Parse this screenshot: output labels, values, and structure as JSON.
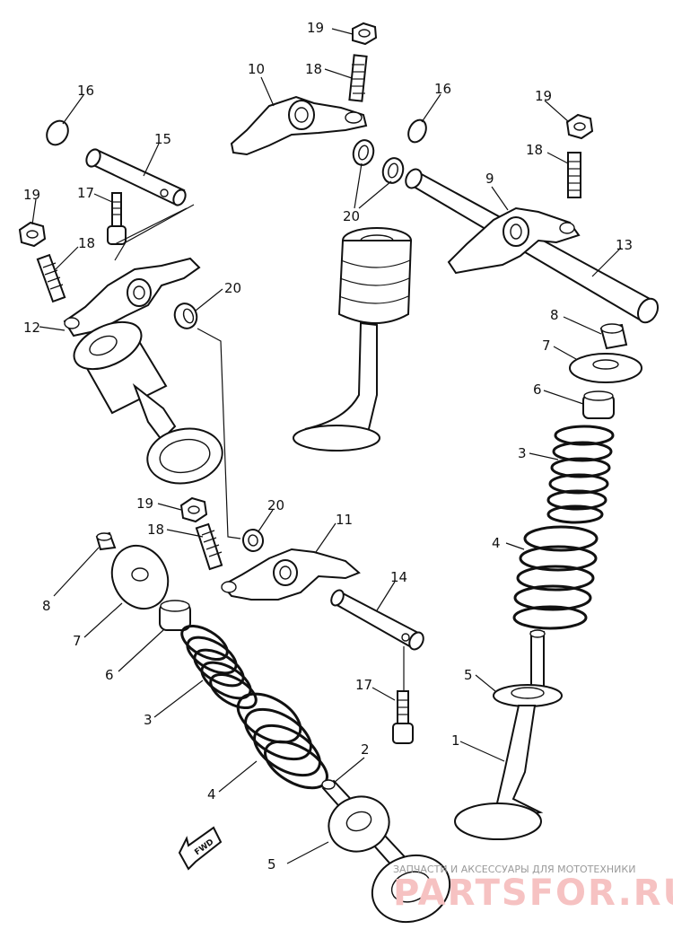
{
  "callouts": {
    "c1": "1",
    "c2": "2",
    "c3a": "3",
    "c3b": "3",
    "c4a": "4",
    "c4b": "4",
    "c5a": "5",
    "c5b": "5",
    "c6a": "6",
    "c6b": "6",
    "c7a": "7",
    "c7b": "7",
    "c8a": "8",
    "c8b": "8",
    "c9": "9",
    "c10": "10",
    "c11": "11",
    "c12": "12",
    "c13": "13",
    "c14": "14",
    "c15": "15",
    "c16a": "16",
    "c16b": "16",
    "c17a": "17",
    "c17b": "17",
    "c18a": "18",
    "c18b": "18",
    "c18c": "18",
    "c18d": "18",
    "c19a": "19",
    "c19b": "19",
    "c19c": "19",
    "c19d": "19",
    "c20a": "20",
    "c20b": "20",
    "c20c": "20"
  },
  "fwd_label": "FWD",
  "watermark": {
    "subtitle": "ЗАПЧАСТИ И АКСЕССУАРЫ ДЛЯ МОТОТЕХНИКИ",
    "brand": "PARTSFOR.RU"
  }
}
